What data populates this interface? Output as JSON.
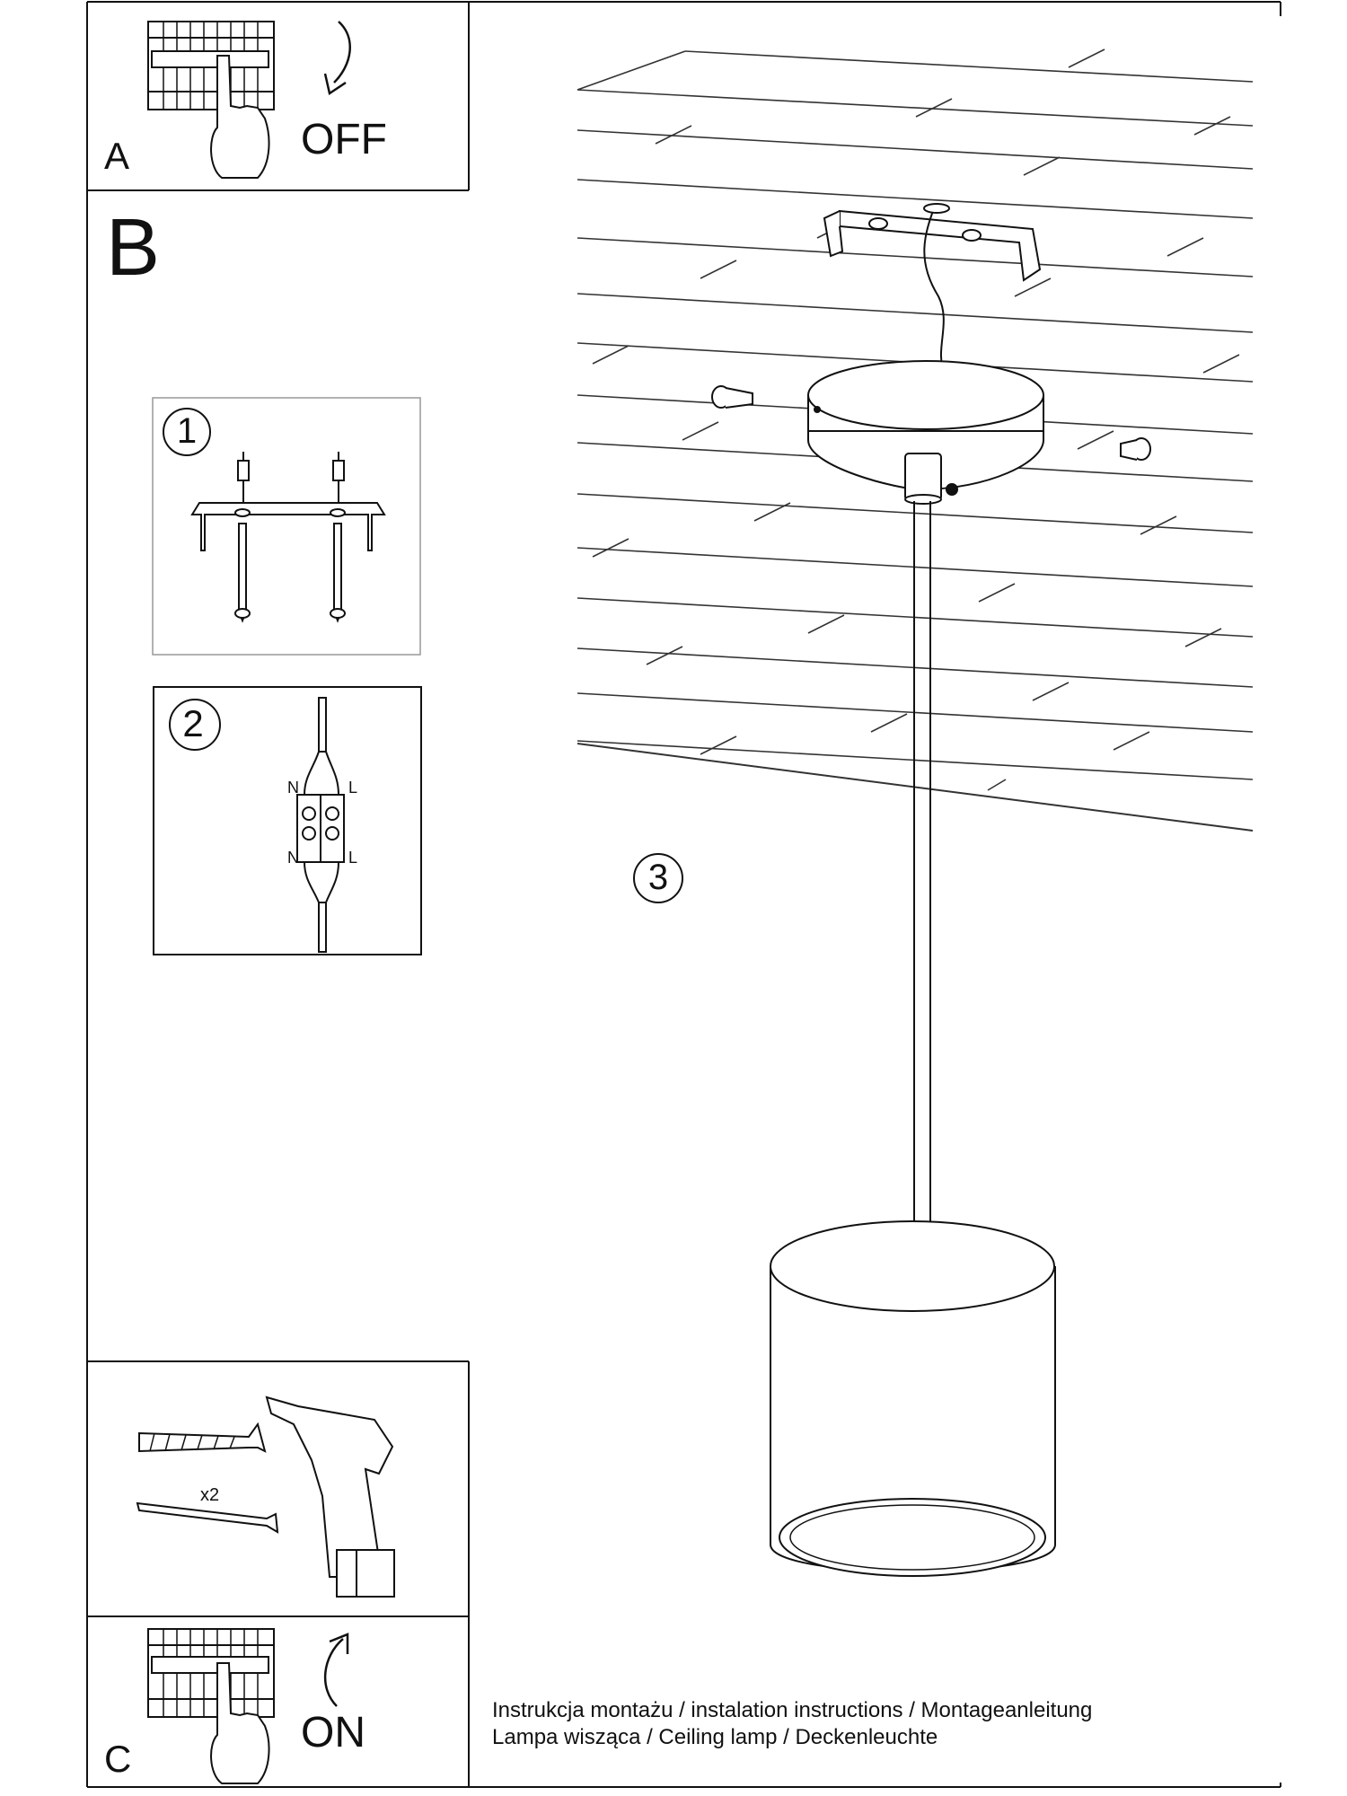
{
  "title": "Instrukcja montażu / instalation instructions / Montageanleitung",
  "subtitle": "Lampa wisząca / Ceiling lamp / Deckenleuchte",
  "colors": {
    "line": "#111111",
    "frame_gray": "#999999",
    "background": "#ffffff"
  },
  "step_a": {
    "letter": "A",
    "label": "OFF",
    "icon": "circuit-breaker-off-icon"
  },
  "step_b": {
    "letter": "B",
    "sub1": {
      "number": "1",
      "icon": "mounting-bracket-icon"
    },
    "sub2": {
      "number": "2",
      "icon": "terminal-block-icon",
      "wire_labels": {
        "neutral": "N",
        "live": "L"
      }
    },
    "sub3": {
      "number": "3",
      "icon": "pendant-lamp-icon"
    }
  },
  "step_tools": {
    "quantity": "x2",
    "icons": [
      "wall-plug-icon",
      "screw-icon",
      "power-drill-icon"
    ]
  },
  "step_c": {
    "letter": "C",
    "label": "ON",
    "icon": "circuit-breaker-on-icon"
  }
}
